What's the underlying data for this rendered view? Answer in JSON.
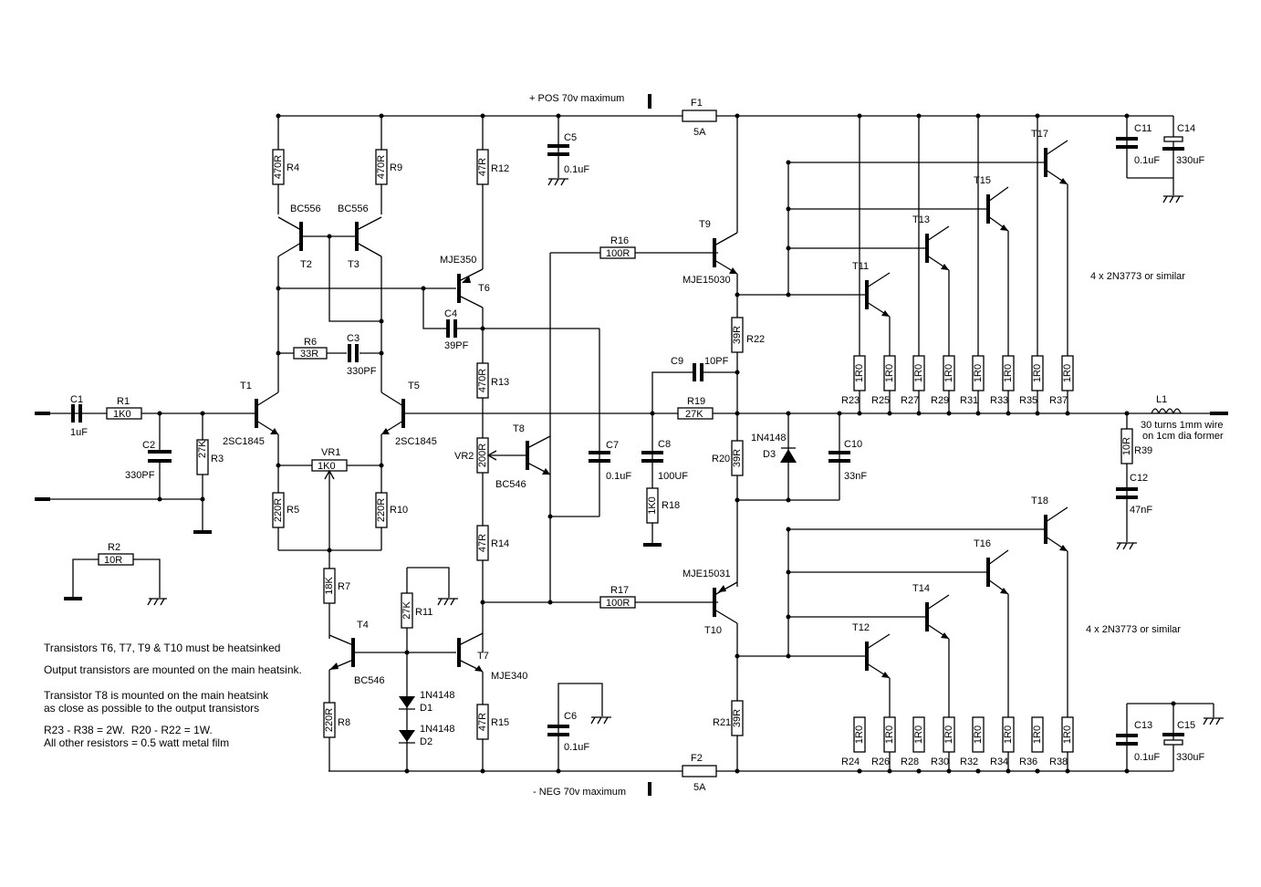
{
  "supply": {
    "pos_label": "+ POS 70v maximum",
    "neg_label": "- NEG 70v maximum"
  },
  "fuses": [
    {
      "ref": "F1",
      "value": "5A"
    },
    {
      "ref": "F2",
      "value": "5A"
    }
  ],
  "capacitors": [
    {
      "ref": "C1",
      "value": "1uF"
    },
    {
      "ref": "C2",
      "value": "330PF"
    },
    {
      "ref": "C3",
      "value": "330PF"
    },
    {
      "ref": "C4",
      "value": "39PF"
    },
    {
      "ref": "C5",
      "value": "0.1uF"
    },
    {
      "ref": "C6",
      "value": "0.1uF"
    },
    {
      "ref": "C7",
      "value": "0.1uF"
    },
    {
      "ref": "C8",
      "value": "100UF"
    },
    {
      "ref": "C9",
      "value": "10PF"
    },
    {
      "ref": "C10",
      "value": "33nF"
    },
    {
      "ref": "C11",
      "value": "0.1uF"
    },
    {
      "ref": "C12",
      "value": "47nF"
    },
    {
      "ref": "C13",
      "value": "0.1uF"
    },
    {
      "ref": "C14",
      "value": "330uF"
    },
    {
      "ref": "C15",
      "value": "330uF"
    }
  ],
  "resistors": [
    {
      "ref": "R1",
      "value": "1K0"
    },
    {
      "ref": "R2",
      "value": "10R"
    },
    {
      "ref": "R3",
      "value": "27K"
    },
    {
      "ref": "R4",
      "value": "470R"
    },
    {
      "ref": "R5",
      "value": "220R"
    },
    {
      "ref": "R6",
      "value": "33R"
    },
    {
      "ref": "R7",
      "value": "18K"
    },
    {
      "ref": "R8",
      "value": "220R"
    },
    {
      "ref": "R9",
      "value": "470R"
    },
    {
      "ref": "R10",
      "value": "220R"
    },
    {
      "ref": "R11",
      "value": "27K"
    },
    {
      "ref": "R12",
      "value": "47R"
    },
    {
      "ref": "R13",
      "value": "470R"
    },
    {
      "ref": "R14",
      "value": "47R"
    },
    {
      "ref": "R15",
      "value": "47R"
    },
    {
      "ref": "R16",
      "value": "100R"
    },
    {
      "ref": "R17",
      "value": "100R"
    },
    {
      "ref": "R18",
      "value": "1K0"
    },
    {
      "ref": "R19",
      "value": "27K"
    },
    {
      "ref": "R20",
      "value": "39R"
    },
    {
      "ref": "R21",
      "value": "39R"
    },
    {
      "ref": "R22",
      "value": "39R"
    },
    {
      "ref": "R39",
      "value": "10R"
    }
  ],
  "emitter_resistors": {
    "value": "1R0",
    "upper_refs": [
      "R23",
      "R25",
      "R27",
      "R29",
      "R31",
      "R33",
      "R35",
      "R37"
    ],
    "lower_refs": [
      "R24",
      "R26",
      "R28",
      "R30",
      "R32",
      "R34",
      "R36",
      "R38"
    ]
  },
  "presets": [
    {
      "ref": "VR1",
      "value": "1K0"
    },
    {
      "ref": "VR2",
      "value": "200R"
    }
  ],
  "diodes": [
    {
      "ref": "D1",
      "part": "1N4148"
    },
    {
      "ref": "D2",
      "part": "1N4148"
    },
    {
      "ref": "D3",
      "part": "1N4148"
    }
  ],
  "transistors": [
    {
      "ref": "T1",
      "part": "2SC1845"
    },
    {
      "ref": "T2",
      "part": "BC556"
    },
    {
      "ref": "T3",
      "part": "BC556"
    },
    {
      "ref": "T4",
      "part": "BC546"
    },
    {
      "ref": "T5",
      "part": "2SC1845"
    },
    {
      "ref": "T6",
      "part": "MJE350"
    },
    {
      "ref": "T7",
      "part": "MJE340"
    },
    {
      "ref": "T8",
      "part": "BC546"
    },
    {
      "ref": "T9",
      "part": "MJE15030"
    },
    {
      "ref": "T10",
      "part": "MJE15031"
    },
    {
      "ref": "T11",
      "part": ""
    },
    {
      "ref": "T12",
      "part": ""
    },
    {
      "ref": "T13",
      "part": ""
    },
    {
      "ref": "T14",
      "part": ""
    },
    {
      "ref": "T15",
      "part": ""
    },
    {
      "ref": "T16",
      "part": ""
    },
    {
      "ref": "T17",
      "part": ""
    },
    {
      "ref": "T18",
      "part": ""
    }
  ],
  "output_group_label": "4 x 2N3773 or similar",
  "inductor": {
    "ref": "L1",
    "desc_line1": "30 turns 1mm wire",
    "desc_line2": "on 1cm dia former"
  },
  "notes": [
    "Transistors T6, T7, T9 & T10 must be heatsinked",
    "Output transistors are mounted on the main heatsink.",
    "Transistor T8 is mounted on the main heatsink",
    "as close as possible to the output transistors",
    "R23 - R38 = 2W.  R20 - R22 = 1W.",
    "All other resistors = 0.5 watt metal film"
  ],
  "colors": {
    "ink": "#000000",
    "background": "#ffffff"
  }
}
